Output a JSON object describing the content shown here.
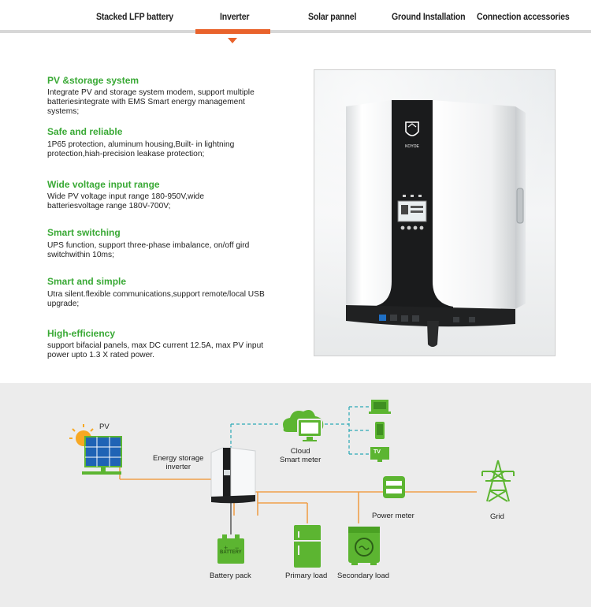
{
  "tabs": [
    {
      "label": "Stacked LFP battery",
      "active": false
    },
    {
      "label": "Inverter",
      "active": true
    },
    {
      "label": "Solar pannel",
      "active": false
    },
    {
      "label": "Ground Installation",
      "active": false
    },
    {
      "label": "Connection accessories",
      "active": false
    }
  ],
  "features": [
    {
      "title": "PV &storage system",
      "desc": "Integrate PV and storage system modem, support multiple batteriesintegrate with EMS Smart energy management systems;"
    },
    {
      "title": "Safe and reliable",
      "desc": "1P65 protection, aluminum housing,Built- in lightning protection,hiah-precision leakase protection;"
    },
    {
      "title": "Wide voltage input range",
      "desc": "Wide PV voltage input range 180-950V,wide batteriesvoltage range 180V-700V;"
    },
    {
      "title": "Smart switching",
      "desc": "UPS function, support three-phase imbalance, on/off gird switchwithin 10ms;"
    },
    {
      "title": "Smart and simple",
      "desc": "Utra silent.flexible communications,support remote/local USB upgrade;"
    },
    {
      "title": "High-efficiency",
      "desc": "support bifacial panels, max DC current 12.5A, max PV input power upto 1.3 X rated power."
    }
  ],
  "product_image": {
    "brand": "KOYOE"
  },
  "diagram": {
    "pv": "PV",
    "inverter": [
      "Energy storage",
      "inverter"
    ],
    "cloud": [
      "Cloud",
      "Smart meter"
    ],
    "battery": "Battery pack",
    "battery_text": "BATTERY",
    "primary_load": "Primary load",
    "secondary_load": "Secondary load",
    "power_meter": "Power meter",
    "grid": "Grid",
    "tv_label": "TV"
  },
  "colors": {
    "accent": "#e9622b",
    "title_green": "#39a935",
    "icon_green": "#5cb531",
    "line_orange": "#f0a04b",
    "line_teal": "#2ba8b5"
  }
}
